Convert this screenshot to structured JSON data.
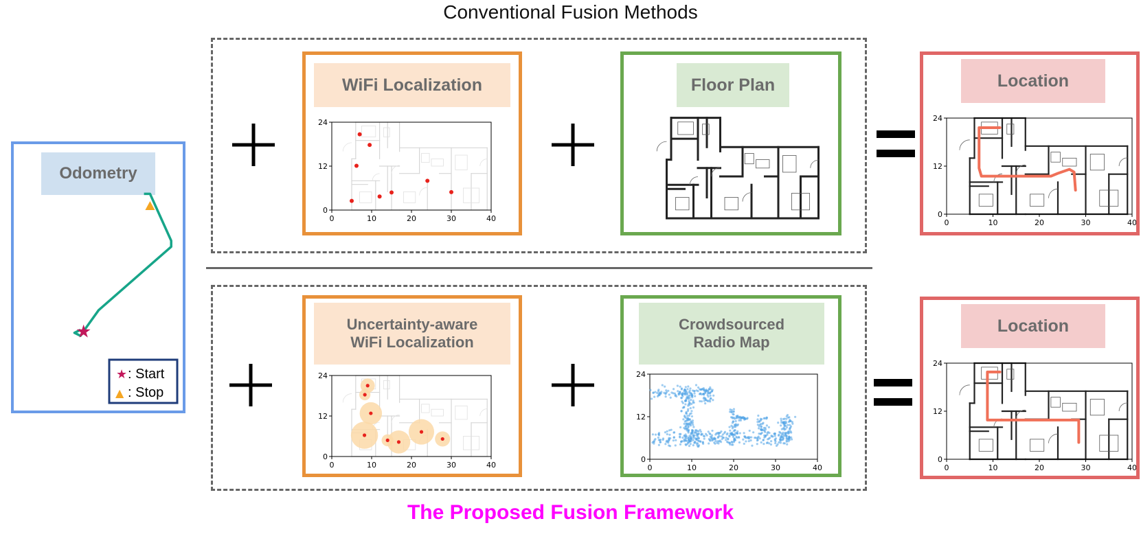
{
  "figure": {
    "top_title": "Conventional Fusion Methods",
    "bottom_title": "The Proposed Fusion Framework",
    "bottom_title_color": "#ff00ff"
  },
  "colors": {
    "odometry_border": "#6a9be8",
    "odometry_label_bg": "#cfe0f0",
    "wifi_border": "#e8913a",
    "wifi_label_bg": "#fce4cf",
    "floor_border": "#6aa84f",
    "floor_label_bg": "#d9ead3",
    "location_border": "#e06666",
    "location_label_bg": "#f4cccc",
    "trajectory": "#17a589",
    "estimate_path": "#f07058",
    "point": "#e8221c",
    "uncertainty": "#fbd9a8",
    "radio_map": "#4ea3e6",
    "start_marker": "#c2185b",
    "stop_marker": "#f5a623"
  },
  "odometry": {
    "label": "Odometry",
    "legend": {
      "start_symbol": "★",
      "start_label": ": Start",
      "stop_symbol": "▲",
      "stop_label": ": Stop"
    },
    "trajectory": [
      [
        3.4,
        5.8
      ],
      [
        3.6,
        5.8
      ],
      [
        4.3,
        2.7
      ],
      [
        4.3,
        2.3
      ],
      [
        1.9,
        -1.9
      ],
      [
        1.4,
        -3.3
      ],
      [
        1.3,
        -3.6
      ],
      [
        1.1,
        -3.4
      ],
      [
        1.3,
        -3.2
      ]
    ],
    "start": [
      1.4,
      -3.3
    ],
    "stop": [
      3.6,
      5.0
    ]
  },
  "operators": {
    "plus": "+",
    "equals": "="
  },
  "conventional": {
    "wifi": {
      "label": "WiFi Localization",
      "chart_data": {
        "type": "scatter",
        "x_ticks": [
          "0",
          "10",
          "20",
          "30",
          "40"
        ],
        "y_ticks": [
          "0",
          "12",
          "24"
        ],
        "xlim": [
          0,
          40
        ],
        "ylim": [
          0,
          24
        ],
        "points": [
          [
            7,
            20.7
          ],
          [
            9.5,
            17.8
          ],
          [
            6.2,
            12.1
          ],
          [
            5,
            2.5
          ],
          [
            12,
            3.7
          ],
          [
            15,
            4.8
          ],
          [
            24,
            8
          ],
          [
            30,
            4.9
          ]
        ]
      }
    },
    "floor_plan": {
      "label": "Floor Plan"
    },
    "location": {
      "label": "Location",
      "chart_data": {
        "type": "line",
        "x_ticks": [
          "0",
          "10",
          "20",
          "30",
          "40"
        ],
        "y_ticks": [
          "0",
          "12",
          "24"
        ],
        "xlim": [
          0,
          40
        ],
        "ylim": [
          0,
          24
        ],
        "path": [
          [
            11.5,
            21.6
          ],
          [
            7,
            21.6
          ],
          [
            7,
            11.5
          ],
          [
            7.5,
            9.5
          ],
          [
            22.5,
            9.5
          ],
          [
            24,
            10.2
          ],
          [
            26.5,
            11.2
          ],
          [
            27.5,
            10.5
          ],
          [
            27.8,
            6
          ]
        ]
      }
    }
  },
  "proposed": {
    "wifi": {
      "label_line1": "Uncertainty-aware",
      "label_line2": "WiFi Localization",
      "chart_data": {
        "type": "scatter",
        "x_ticks": [
          "0",
          "10",
          "20",
          "30",
          "40"
        ],
        "y_ticks": [
          "0",
          "12",
          "24"
        ],
        "xlim": [
          0,
          40
        ],
        "ylim": [
          0,
          24
        ],
        "points": [
          {
            "x": 9,
            "y": 21,
            "r": 1.8
          },
          {
            "x": 8.3,
            "y": 18.3,
            "r": 1.4
          },
          {
            "x": 9.8,
            "y": 12.8,
            "r": 2.8
          },
          {
            "x": 8.2,
            "y": 6.3,
            "r": 3.4
          },
          {
            "x": 14,
            "y": 4.8,
            "r": 1.5
          },
          {
            "x": 16.8,
            "y": 4.3,
            "r": 2.9
          },
          {
            "x": 22.5,
            "y": 7.3,
            "r": 3.2
          },
          {
            "x": 27.8,
            "y": 5.2,
            "r": 1.9
          }
        ]
      }
    },
    "radio_map": {
      "label_line1": "Crowdsourced",
      "label_line2": "Radio Map",
      "chart_data": {
        "type": "scatter",
        "x_ticks": [
          "0",
          "10",
          "20",
          "30",
          "40"
        ],
        "y_ticks": [
          "0",
          "12",
          "24"
        ],
        "xlim": [
          0,
          40
        ],
        "ylim": [
          0,
          24
        ]
      }
    },
    "location": {
      "label": "Location",
      "chart_data": {
        "type": "line",
        "x_ticks": [
          "0",
          "10",
          "20",
          "30",
          "40"
        ],
        "y_ticks": [
          "0",
          "12",
          "24"
        ],
        "xlim": [
          0,
          40
        ],
        "ylim": [
          0,
          24
        ],
        "path": [
          [
            11.5,
            21.8
          ],
          [
            8.8,
            21.8
          ],
          [
            8.8,
            9.8
          ],
          [
            28.5,
            9.8
          ],
          [
            28.5,
            4.2
          ]
        ]
      }
    }
  }
}
